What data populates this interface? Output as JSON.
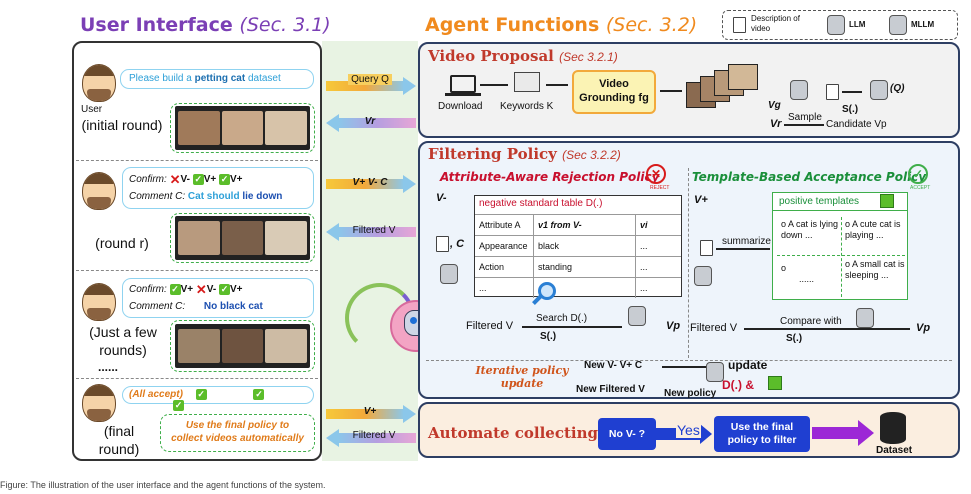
{
  "titles": {
    "user_interface": "User Interface",
    "user_interface_sec": "(Sec. 3.1)",
    "agent_functions": "Agent Functions",
    "agent_functions_sec": "(Sec. 3.2)"
  },
  "legend": {
    "doc_label": "Description of video",
    "llm": "LLM",
    "mllm": "MLLM"
  },
  "user": {
    "user_label": "User",
    "request_prefix": "Please build a ",
    "request_bold": "petting cat",
    "request_suffix": " dataset",
    "rounds": [
      {
        "label": "(initial round)"
      },
      {
        "label": "(round r)"
      },
      {
        "label": "(Just a few rounds)",
        "ellipsis": "......"
      },
      {
        "label": "(final round)"
      }
    ],
    "confirm_label": "Confirm:",
    "comment_label": "Comment C:",
    "round_r_confirm": [
      "V-",
      "V+",
      "V+"
    ],
    "round_r_comment_prefix": "Cat should ",
    "round_r_comment_bold": "lie down",
    "round_few_confirm": [
      "V+",
      "V-",
      "V+"
    ],
    "round_few_comment": "No black cat",
    "final_accept": "(All accept)",
    "final_policy_text_line1": "Use the final policy to",
    "final_policy_text_line2": "collect videos automatically"
  },
  "middle": {
    "query": "Query Q",
    "vr": "Vr",
    "vplus_vminus_c": "V+ V- C",
    "filtered_v": "Filtered V",
    "vplus": "V+",
    "filtered_v2": "Filtered V"
  },
  "video_proposal": {
    "title": "Video Proposal",
    "sec": "(Sec 3.2.1)",
    "download": "Download",
    "keywords": "Keywords K",
    "grounding_line1": "Video",
    "grounding_line2": "Grounding fg",
    "vg": "Vg",
    "s": "S(.)",
    "q": "(Q)",
    "vr": "Vr",
    "sample": "Sample",
    "candidate": "Candidate Vp"
  },
  "filtering": {
    "title": "Filtering Policy",
    "sec": "(Sec 3.2.2)",
    "reject_title": "Attribute-Aware Rejection Policy",
    "reject_badge": "REJECT",
    "accept_title": "Template-Based Acceptance Policy",
    "accept_badge": "ACCEPT",
    "vminus": "V-",
    "c": ", C",
    "table_title": "negative standard table D(.)",
    "table_headers": [
      "Attribute A",
      "v1 from V-",
      "vi"
    ],
    "table_rows": [
      [
        "Appearance",
        "black",
        "..."
      ],
      [
        "Action",
        "standing",
        "..."
      ],
      [
        "...",
        "...",
        "..."
      ]
    ],
    "search": "Search D(.)",
    "s_reject": "S(.)",
    "filtered_v_reject": "Filtered V",
    "vp_reject": "Vp",
    "vplus": "V+",
    "summarize": "summarize",
    "templates_title": "positive templates",
    "templates": [
      "A cat is lying down ...",
      "A cute cat is playing ...",
      "......",
      "A small cat is sleeping ..."
    ],
    "compare": "Compare with",
    "s_accept": "S(.)",
    "filtered_v_accept": "Filtered V",
    "vp_accept": "Vp",
    "iterative": "Iterative policy update",
    "new_vs": "New V- V+ C",
    "update": "update",
    "new_filtered": "New Filtered V",
    "new_policy": "New policy",
    "d_and": "D(.) &"
  },
  "automate": {
    "title": "Automate collecting",
    "no_v": "No V- ?",
    "yes": "Yes",
    "use_final_line1": "Use the final",
    "use_final_line2": "policy to filter",
    "dataset": "Dataset"
  },
  "caption": "Figure: The illustration of the user interface and the agent functions of the system."
}
